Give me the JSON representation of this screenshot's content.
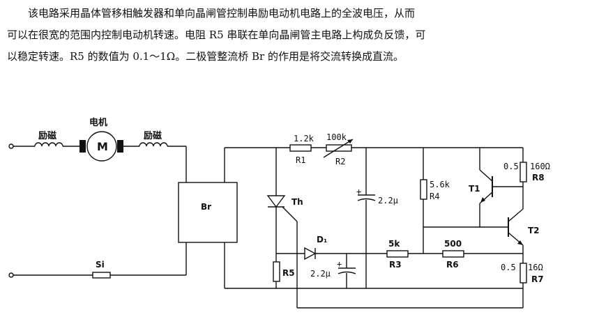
{
  "description_lines": [
    "该电路采用晶体管移相触发器和单向晶闸管控制串励电动机电路上的全波电压，从而",
    "可以在很宽的范围内控制电动机转速。电阻 R5 串联在单向晶闸管主电路上构成负反馈，可",
    "以稳定转速。R5 的数值为 0.1～1Ω。二极管整流桥 Br 的作用是将交流转换成直流。"
  ],
  "circuit": {
    "motor_title": "电机",
    "motor_symbol": "M",
    "field_left": "励磁",
    "field_right": "励磁",
    "bridge": "Br",
    "switch": "Si",
    "thyristor": "Th",
    "diode": "D₁",
    "r1_value": "1.2k",
    "r1_name": "R1",
    "r2_value": "100k",
    "r2_name": "R2",
    "c1_value": "2.2μ",
    "c2_value": "2.2μ",
    "r4_value": "5.6k",
    "r4_name": "R4",
    "t1": "T1",
    "t2": "T2",
    "r8_value1": "0.5",
    "r8_value2": "160Ω",
    "r8_name": "R8",
    "r7_value1": "0.5",
    "r7_value2": "16Ω",
    "r7_name": "R7",
    "r3_value": "5k",
    "r3_name": "R3",
    "r6_value": "500",
    "r6_name": "R6",
    "r5_name": "R5"
  }
}
